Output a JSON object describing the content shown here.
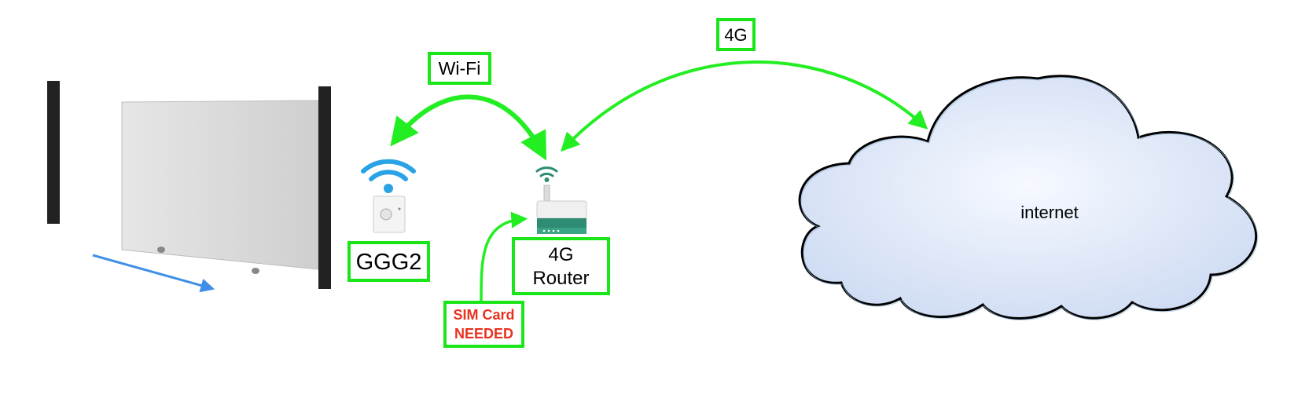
{
  "labels": {
    "wifi": "Wi-Fi",
    "fourg": "4G",
    "device": "GGG2",
    "router_line1": "4G",
    "router_line2": "Router",
    "sim_line1": "SIM Card",
    "sim_line2": "NEEDED",
    "cloud": "internet"
  },
  "colors": {
    "green": "#22ee22",
    "box_green": "#19e619",
    "red": "#e8321e",
    "wifi_blue": "#2aa3e6",
    "router_teal": "#2e8b74",
    "gate_gray": "#d9d9d9",
    "post": "#222222",
    "arrow_blue": "#3f8fe8",
    "cloud_fill": "#e6eefb",
    "cloud_stroke": "#000000"
  },
  "icons": {
    "gate": "sliding-gate-icon",
    "wifi_device": "wifi-socket-icon",
    "router": "router-icon",
    "cloud": "cloud-icon"
  }
}
